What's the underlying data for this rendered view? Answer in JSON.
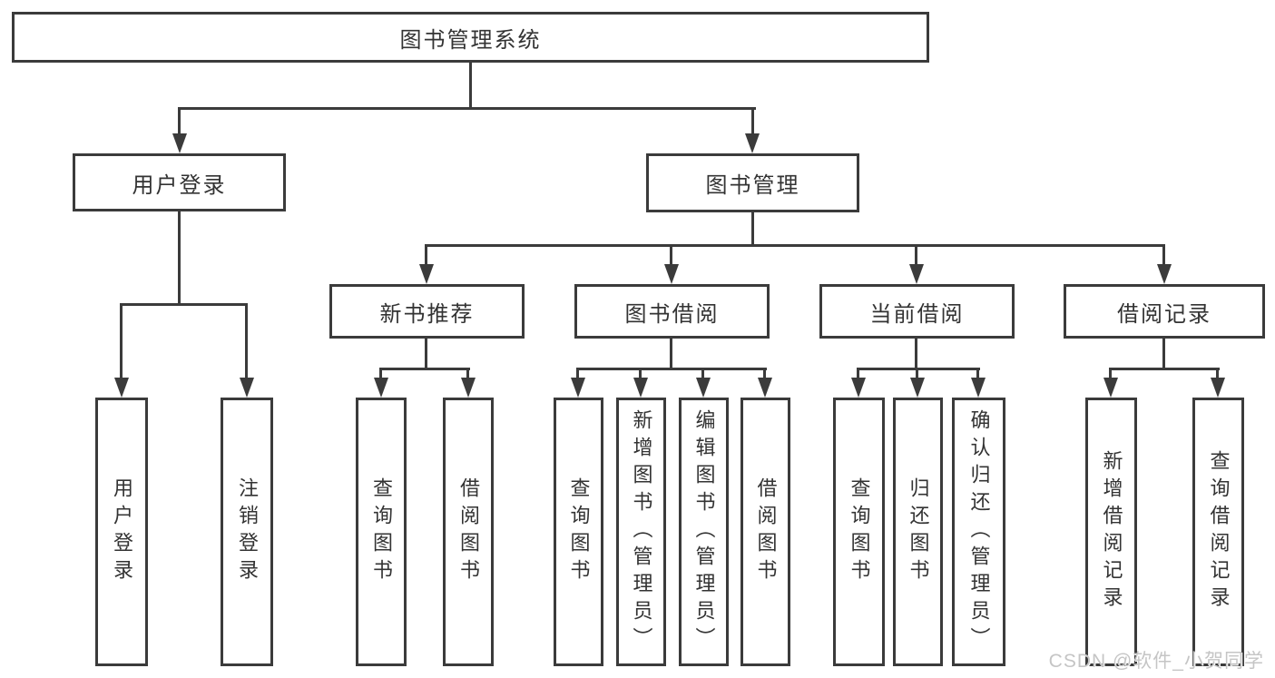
{
  "colors": {
    "line": "#3b3b3b",
    "text": "#333333",
    "background": "#ffffff",
    "watermark": "#c5c5c5"
  },
  "root": {
    "label": "图书管理系统"
  },
  "user_login": {
    "label": "用户登录",
    "children": [
      "用户登录",
      "注销登录"
    ]
  },
  "book_mgmt": {
    "label": "图书管理"
  },
  "new_books": {
    "label": "新书推荐",
    "children": [
      "查询图书",
      "借阅图书"
    ]
  },
  "book_borrow": {
    "label": "图书借阅",
    "children": [
      "查询图书",
      "新增图书（管理员）",
      "编辑图书（管理员）",
      "借阅图书"
    ]
  },
  "current_borrow": {
    "label": "当前借阅",
    "children": [
      "查询图书",
      "归还图书",
      "确认归还（管理员）"
    ]
  },
  "borrow_records": {
    "label": "借阅记录",
    "children": [
      "新增借阅记录",
      "查询借阅记录"
    ]
  },
  "watermark": "CSDN @软件_小贺同学"
}
